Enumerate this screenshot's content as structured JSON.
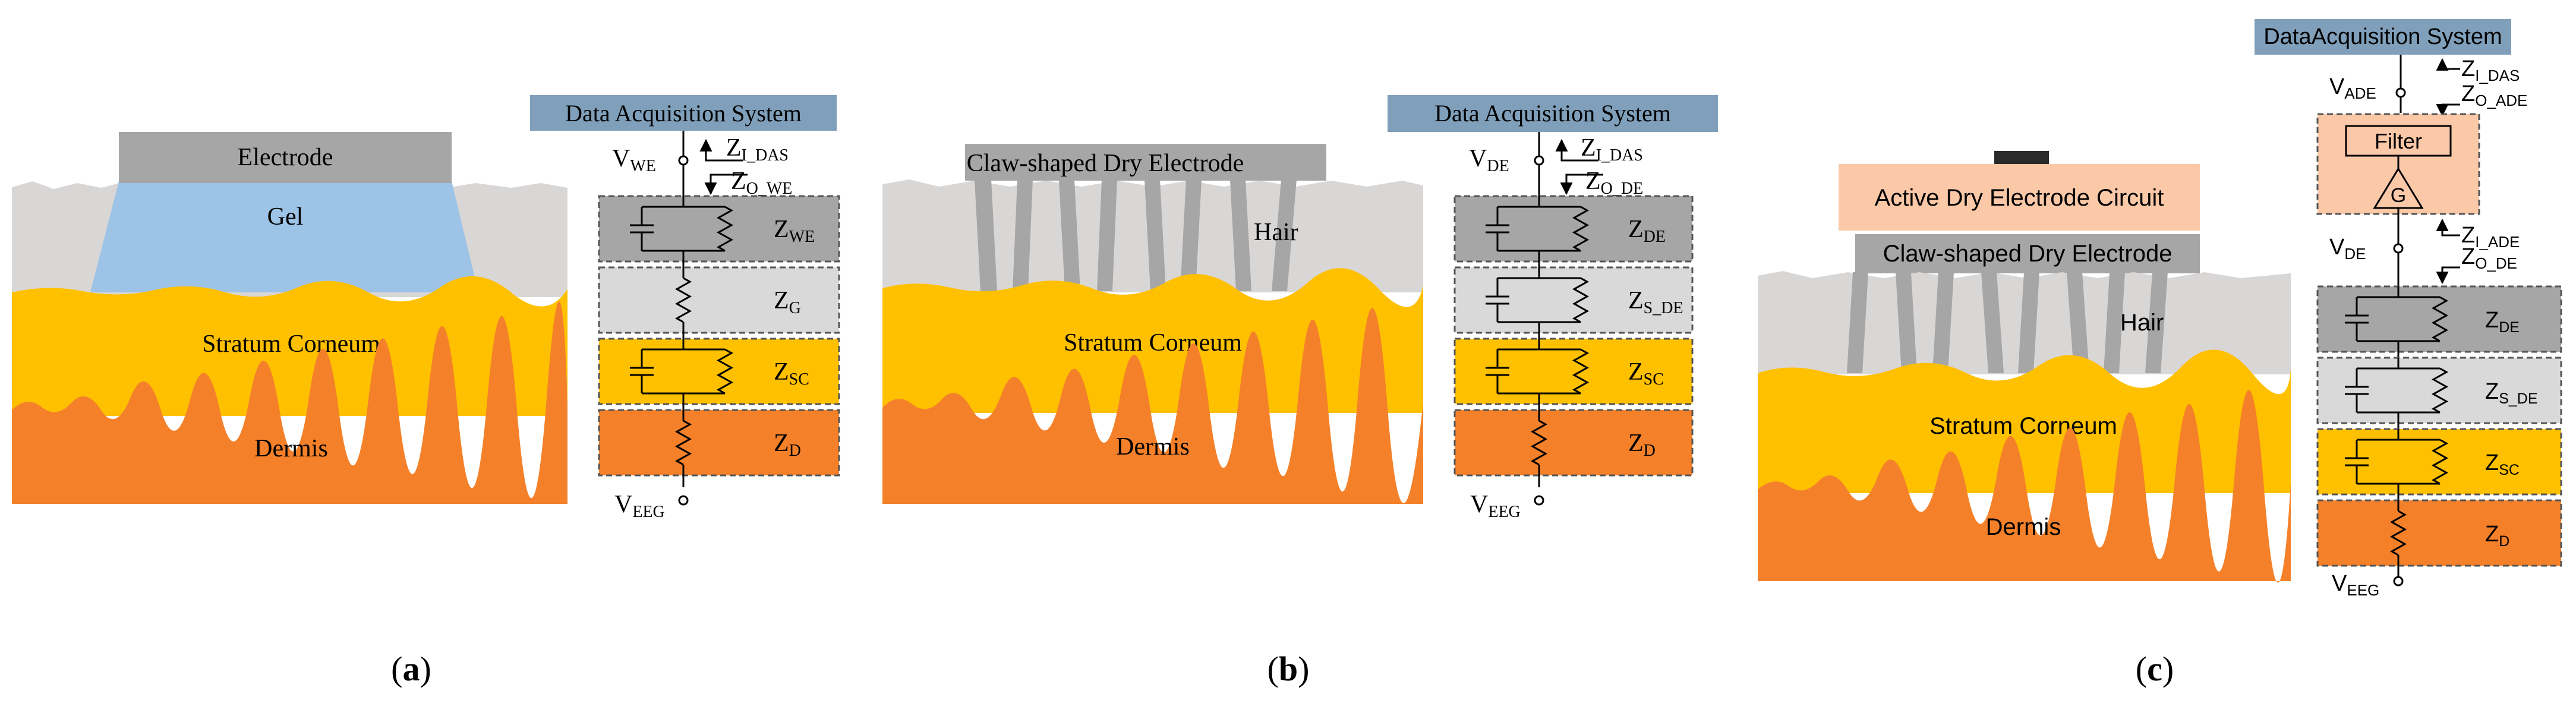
{
  "panels": [
    {
      "caption": "a",
      "electrode_label": "Electrode",
      "gel_label": "Gel",
      "hair_label": "",
      "stratum_label": "Stratum Corneum",
      "dermis_label": "Dermis",
      "das_label": "Data Acquisition System",
      "v_top": {
        "main": "V",
        "sub": "WE"
      },
      "z_in": {
        "main": "Z",
        "sub": "I_DAS"
      },
      "z_out": {
        "main": "Z",
        "sub": "O_WE"
      },
      "boxes": [
        {
          "main": "Z",
          "sub": "WE"
        },
        {
          "main": "Z",
          "sub": "G"
        },
        {
          "main": "Z",
          "sub": "SC"
        },
        {
          "main": "Z",
          "sub": "D"
        }
      ],
      "v_bottom": {
        "main": "V",
        "sub": "EEG"
      }
    },
    {
      "caption": "b",
      "electrode_label": "Claw-shaped Dry Electrode",
      "hair_label": "Hair",
      "stratum_label": "Stratum Corneum",
      "dermis_label": "Dermis",
      "das_label": "Data Acquisition System",
      "v_top": {
        "main": "V",
        "sub": "DE"
      },
      "z_in": {
        "main": "Z",
        "sub": "I_DAS"
      },
      "z_out": {
        "main": "Z",
        "sub": "O_DE"
      },
      "boxes": [
        {
          "main": "Z",
          "sub": "DE"
        },
        {
          "main": "Z",
          "sub": "S_DE"
        },
        {
          "main": "Z",
          "sub": "SC"
        },
        {
          "main": "Z",
          "sub": "D"
        }
      ],
      "v_bottom": {
        "main": "V",
        "sub": "EEG"
      }
    },
    {
      "caption": "c",
      "active_label": "Active Dry Electrode Circuit",
      "electrode_label": "Claw-shaped Dry Electrode",
      "hair_label": "Hair",
      "stratum_label": "Stratum Corneum",
      "dermis_label": "Dermis",
      "das_label": "DataAcquisition System",
      "v_top": {
        "main": "V",
        "sub": "ADE"
      },
      "z_in": {
        "main": "Z",
        "sub": "I_DAS"
      },
      "z_out": {
        "main": "Z",
        "sub": "O_ADE"
      },
      "filter_label": "Filter",
      "gain_label": "G",
      "z_in2": {
        "main": "Z",
        "sub": "I_ADE"
      },
      "v_mid": {
        "main": "V",
        "sub": "DE"
      },
      "z_out2": {
        "main": "Z",
        "sub": "O_DE"
      },
      "boxes": [
        {
          "main": "Z",
          "sub": "DE"
        },
        {
          "main": "Z",
          "sub": "S_DE"
        },
        {
          "main": "Z",
          "sub": "SC"
        },
        {
          "main": "Z",
          "sub": "D"
        }
      ],
      "v_bottom": {
        "main": "V",
        "sub": "EEG"
      }
    }
  ],
  "colors": {
    "electrode": "#a6a6a6",
    "gel": "#9dc3e6",
    "hair_layer": "#d9d6d6",
    "hair_strand": "#a6a6a6",
    "stratum": "#ffc000",
    "dermis": "#f4812a",
    "das": "#7f9fba",
    "box_we": "#a6a6a6",
    "box_light": "#d9d9d9",
    "box_sc": "#ffc000",
    "box_d": "#f4812a",
    "active": "#fbc8a8"
  }
}
